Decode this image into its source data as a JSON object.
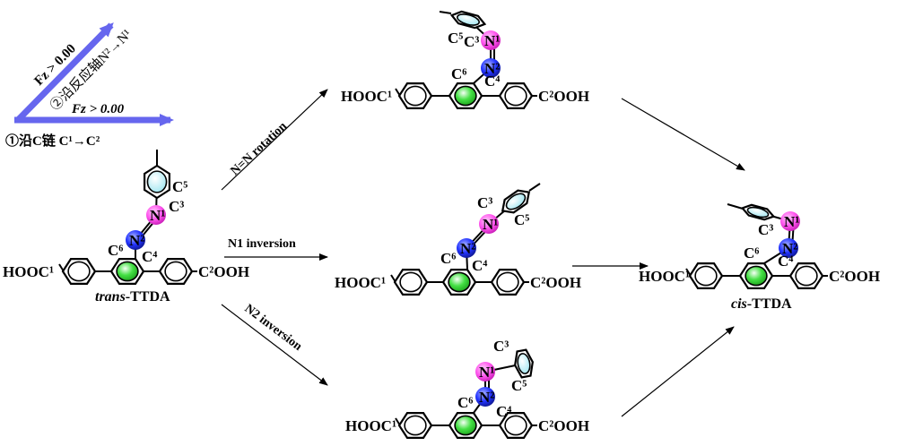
{
  "force_axes": {
    "color": "#6666ee",
    "axis2_force": "Fz > 0.00",
    "axis2_label": "②沿反应轴N²→N¹",
    "axis1_force": "Fz > 0.00",
    "axis1_label": "①沿C链 C¹→C²"
  },
  "colors": {
    "n1": "#ff55ee",
    "n2": "#2233ff",
    "central_ring": "#33dd33",
    "tolyl_ring": "#bff2f8"
  },
  "molecules": {
    "trans": {
      "name_italic": "trans",
      "name_rest": "-TTDA",
      "left": "HOOC¹",
      "right": "C²OOH",
      "n1": "N¹",
      "n2": "N²",
      "c3": "C³",
      "c4": "C⁴",
      "c5": "C⁵",
      "c6": "C⁶"
    },
    "rotation": {
      "left": "HOOC¹",
      "right": "C²OOH",
      "n1": "N¹",
      "n2": "N²",
      "c3": "C³",
      "c4": "C⁴",
      "c5": "C⁵",
      "c6": "C⁶"
    },
    "n1inv": {
      "left": "HOOC¹",
      "right": "C²OOH",
      "n1": "N¹",
      "n2": "N²",
      "c3": "C³",
      "c4": "C⁴",
      "c5": "C⁵",
      "c6": "C⁶"
    },
    "n2inv": {
      "left": "HOOC¹",
      "right": "C²OOH",
      "n1": "N¹",
      "n2": "N²",
      "c3": "C³",
      "c4": "C⁴",
      "c5": "C⁵",
      "c6": "C⁶"
    },
    "cis": {
      "name_italic": "cis",
      "name_rest": "-TTDA",
      "left": "HOOC¹",
      "right": "C²OOH",
      "n1": "N¹",
      "n2": "N²",
      "c3": "C³",
      "c4": "C⁴",
      "c6": "C⁶"
    }
  },
  "pathways": {
    "rotation": "N=N rotation",
    "n1_inversion": "N1 inversion",
    "n2_inversion": "N2 inversion"
  }
}
